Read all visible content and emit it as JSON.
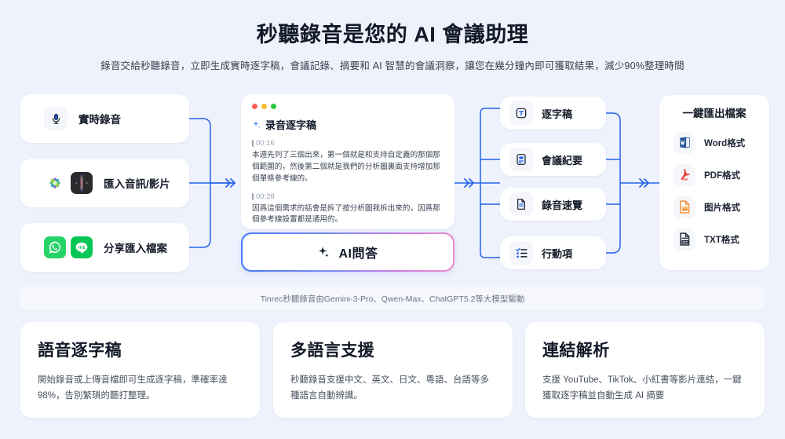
{
  "header": {
    "title": "秒聽錄音是您的 AI 會議助理",
    "subtitle": "錄音交給秒聽錄音，立即生成實時逐字稿，會議記錄、摘要和 AI 智慧的會議洞察，讓您在幾分鐘內即可獲取結果，減少90%整理時間"
  },
  "inputs": [
    {
      "label": "實時錄音",
      "icons": [
        "microphone-icon"
      ]
    },
    {
      "label": "匯入音訊/影片",
      "icons": [
        "apple-photos-icon",
        "audio-waveform-app-icon"
      ]
    },
    {
      "label": "分享匯入檔案",
      "icons": [
        "whatsapp-icon",
        "line-icon"
      ]
    }
  ],
  "transcript": {
    "title": "录音逐字稿",
    "entries": [
      {
        "time": "00:16",
        "text": "本週先列了三個出來，第一個就是和支持自定義的那個那個範圍的，然後第二個就是我們的分析圖裏面支持增加那個單條參考線的。"
      },
      {
        "time": "00:28",
        "text": "因爲這個需求的話會是拆了按分析圖我拆出來的，因爲那個參考線設置都是通用的。"
      }
    ]
  },
  "ai_button": {
    "label": "AI問答",
    "icon": "sparkle-icon"
  },
  "outputs": [
    {
      "label": "逐字稿",
      "icon": "transcript-text-icon"
    },
    {
      "label": "會議紀要",
      "icon": "meeting-minutes-icon"
    },
    {
      "label": "錄音速覽",
      "icon": "recording-overview-icon"
    },
    {
      "label": "行動項",
      "icon": "action-items-icon"
    }
  ],
  "export": {
    "title": "一鍵匯出檔案",
    "items": [
      {
        "label": "Word格式",
        "icon": "word-file-icon"
      },
      {
        "label": "PDF格式",
        "icon": "pdf-file-icon"
      },
      {
        "label": "图片格式",
        "icon": "image-file-icon"
      },
      {
        "label": "TXT格式",
        "icon": "txt-file-icon"
      }
    ]
  },
  "model_bar": {
    "text": "Tinrec秒聽錄音由Gemini-3-Pro、Qwen-Max、ChatGPT5.2等大模型驅動"
  },
  "features": [
    {
      "title": "語音逐字稿",
      "desc": "開始錄音或上傳音檔即可生成逐字稿，準確率達 98%，告別繁瑣的聽打整理。"
    },
    {
      "title": "多語言支援",
      "desc": "秒聽錄音支援中文、英文、日文、粵語、台語等多種語言自動辨識。"
    },
    {
      "title": "連結解析",
      "desc": "支援 YouTube、TikTok、小紅書等影片連結，一鍵獲取逐字稿並自動生成 AI 摘要"
    }
  ],
  "colors": {
    "background": "#eef2fc",
    "wire": "#2563eb",
    "card": "#ffffff",
    "accent_gradient_start": "#4a7cf7",
    "accent_gradient_end": "#ef8fd0"
  }
}
